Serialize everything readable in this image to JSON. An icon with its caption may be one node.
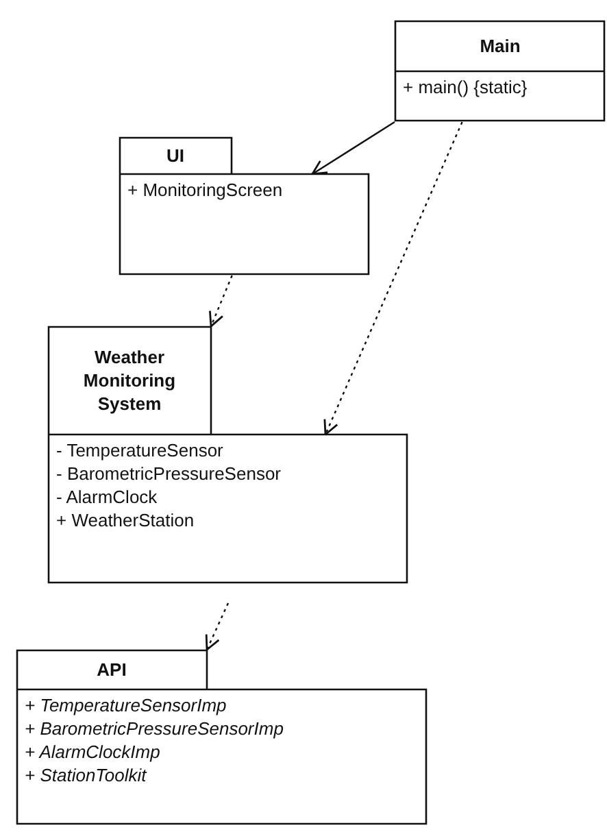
{
  "diagram": {
    "nodes": [
      {
        "text": [
          "Main",
          "+ main() {static}"
        ]
      },
      {
        "text": [
          "UI",
          "+ MonitoringScreen"
        ]
      },
      {
        "text": [
          "Weather Monitoring System",
          "- TemperatureSensor",
          "- BarometricPressureSensor",
          "- AlarmClock",
          "+ WeatherStation"
        ]
      },
      {
        "text": [
          "API",
          "+ TemperatureSensorImp",
          "+ BarometricPressureSensorImp",
          "+ AlarmClockImp",
          "+ StationToolkit"
        ]
      }
    ],
    "edges": [
      {
        "from": 0,
        "to": 1,
        "arrow": "to"
      },
      {
        "from": 0,
        "to": 2,
        "arrow": "to",
        "style": "dashed"
      },
      {
        "from": 1,
        "to": 2,
        "arrow": "to",
        "style": "dashed"
      },
      {
        "from": 2,
        "to": 3,
        "arrow": "to",
        "style": "dashed"
      }
    ]
  }
}
